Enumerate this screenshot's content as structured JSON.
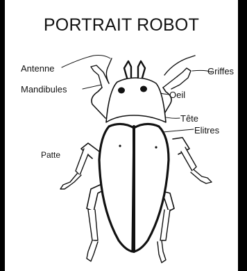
{
  "title": "PORTRAIT ROBOT",
  "labels": {
    "antenne": "Antenne",
    "mandibules": "Mandibules",
    "griffes": "Griffes",
    "oeil": "Oeil",
    "tete": "Tête",
    "elitres": "Elitres",
    "patte": "Patte"
  },
  "colors": {
    "background": "#000000",
    "canvas": "#ffffff",
    "ink": "#111111"
  }
}
